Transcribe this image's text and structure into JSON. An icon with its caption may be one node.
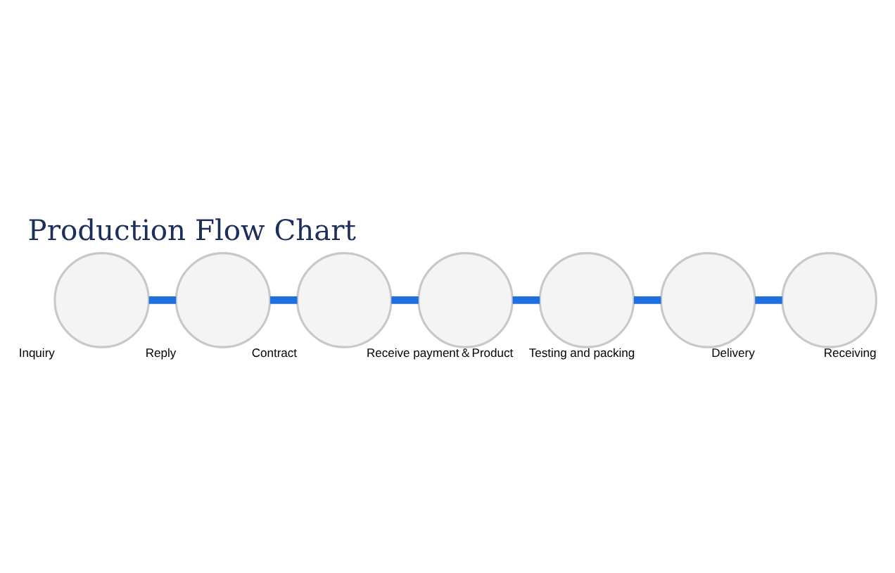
{
  "diagram": {
    "title": "Production Flow Chart",
    "nodes": [
      {
        "text": [],
        "shape": "circle",
        "beside": [
          "Inquiry"
        ]
      },
      {
        "text": [],
        "shape": "circle",
        "beside": [
          "Reply"
        ]
      },
      {
        "text": [],
        "shape": "circle",
        "beside": [
          "Contract"
        ]
      },
      {
        "text": [],
        "shape": "circle",
        "beside": [
          "Receive payment＆Product"
        ]
      },
      {
        "text": [],
        "shape": "circle",
        "beside": [
          "Testing and packing"
        ]
      },
      {
        "text": [],
        "shape": "circle",
        "beside": [
          "Delivery"
        ]
      },
      {
        "text": [],
        "shape": "circle",
        "beside": [
          "Receiving"
        ]
      }
    ],
    "edges": [
      {
        "from": 0,
        "to": 1,
        "arrow": "none"
      },
      {
        "from": 1,
        "to": 2,
        "arrow": "none"
      },
      {
        "from": 2,
        "to": 3,
        "arrow": "none"
      },
      {
        "from": 3,
        "to": 4,
        "arrow": "none"
      },
      {
        "from": 4,
        "to": 5,
        "arrow": "none"
      },
      {
        "from": 5,
        "to": 6,
        "arrow": "none"
      }
    ]
  }
}
